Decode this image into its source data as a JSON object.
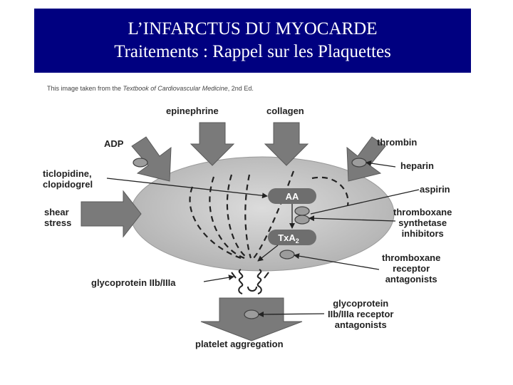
{
  "title": {
    "line1": "L’INFARCTUS DU MYOCARDE",
    "line2": "Traitements : Rappel sur les Plaquettes"
  },
  "caption": {
    "prefix": "This image taken from the ",
    "book": "Textbook of Cardiovascular Medicine",
    "suffix": ", 2nd Ed."
  },
  "diagram": {
    "agonists": {
      "epinephrine": "epinephrine",
      "collagen": "collagen",
      "adp": "ADP",
      "thrombin": "thrombin",
      "shear_line1": "shear",
      "shear_line2": "stress"
    },
    "drugs": {
      "ticlopidine_line1": "ticlopidine,",
      "ticlopidine_line2": "clopidogrel",
      "heparin": "heparin",
      "aspirin": "aspirin",
      "tx_synthetase_line1": "thromboxane",
      "tx_synthetase_line2": "synthetase",
      "tx_synthetase_line3": "inhibitors",
      "tx_receptor_line1": "thromboxane",
      "tx_receptor_line2": "receptor",
      "tx_receptor_line3": "antagonists",
      "gp_antag_line1": "glycoprotein",
      "gp_antag_line2": "IIb/IIIa receptor",
      "gp_antag_line3": "antagonists"
    },
    "internal": {
      "aa": "AA",
      "txa_base": "TxA",
      "txa_sub": "2"
    },
    "receptor_label": "glycoprotein IIb/IIIa",
    "output": "platelet aggregation"
  }
}
